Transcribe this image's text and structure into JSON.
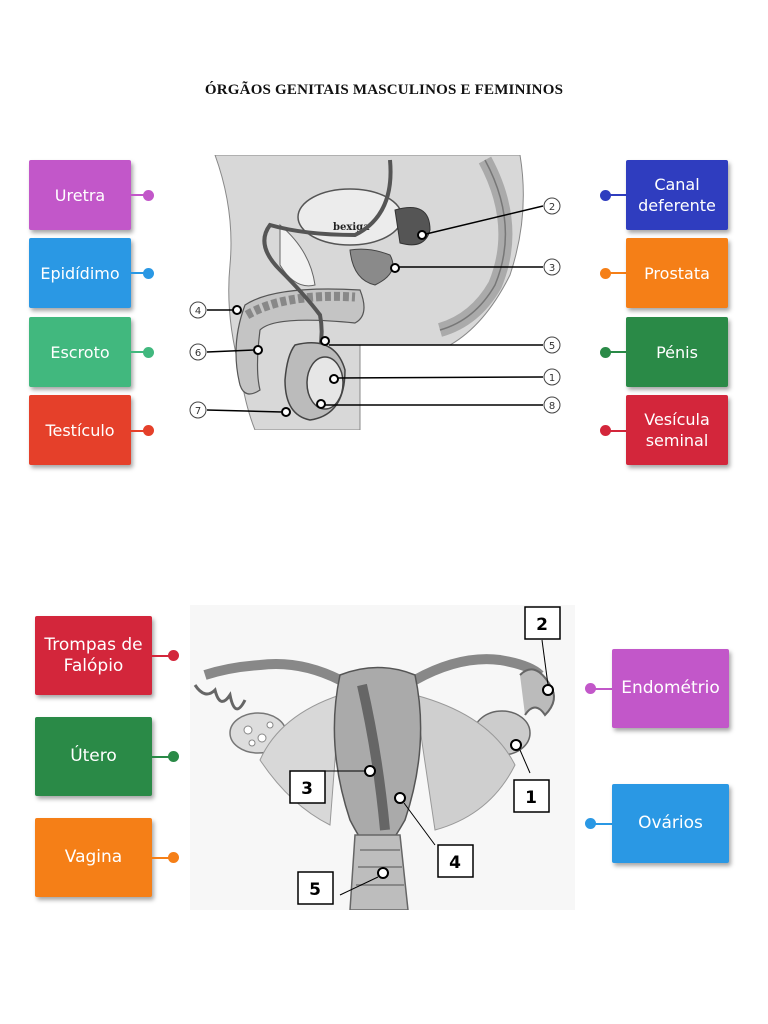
{
  "title": "ÓRGÃOS GENITAIS MASCULINOS E FEMININOS",
  "male": {
    "bladder_label": "bexiga",
    "numbers": [
      "1",
      "2",
      "3",
      "4",
      "5",
      "6",
      "7",
      "8"
    ],
    "left_cards": [
      {
        "label": "Uretra",
        "color": "#c257c9",
        "dot": "#c257c9"
      },
      {
        "label": "Epidídimo",
        "color": "#2a98e4",
        "dot": "#2a98e4"
      },
      {
        "label": "Escroto",
        "color": "#41b87e",
        "dot": "#41b87e"
      },
      {
        "label": "Testículo",
        "color": "#e5402a",
        "dot": "#e5402a"
      }
    ],
    "right_cards": [
      {
        "label": "Canal deferente",
        "color": "#2f3dbf",
        "dot": "#2f3dbf"
      },
      {
        "label": "Prostata",
        "color": "#f57f17",
        "dot": "#f57f17"
      },
      {
        "label": "Pénis",
        "color": "#2a8a47",
        "dot": "#2a8a47"
      },
      {
        "label": "Vesícula seminal",
        "color": "#d3263b",
        "dot": "#d3263b"
      }
    ]
  },
  "female": {
    "numbers": [
      "1",
      "2",
      "3",
      "4",
      "5"
    ],
    "left_cards": [
      {
        "label": "Trompas de Falópio",
        "color": "#d3263b",
        "dot": "#d3263b"
      },
      {
        "label": "Útero",
        "color": "#2a8a47",
        "dot": "#2a8a47"
      },
      {
        "label": "Vagina",
        "color": "#f57f17",
        "dot": "#f57f17"
      }
    ],
    "right_cards": [
      {
        "label": "Endométrio",
        "color": "#c257c9",
        "dot": "#c257c9"
      },
      {
        "label": "Ovários",
        "color": "#2a98e4",
        "dot": "#2a98e4"
      }
    ]
  }
}
